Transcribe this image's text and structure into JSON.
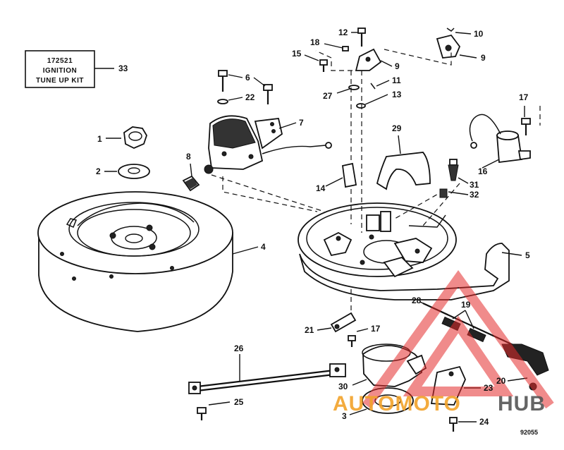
{
  "kit_box": {
    "line1": "172521",
    "line2": "IGNITION",
    "line3": "TUNE UP KIT"
  },
  "callouts": {
    "c1": "1",
    "c2": "2",
    "c3": "3",
    "c4": "4",
    "c5": "5",
    "c6": "6",
    "c7": "7",
    "c8": "8",
    "c9a": "9",
    "c9b": "9",
    "c10": "10",
    "c11": "11",
    "c12": "12",
    "c13": "13",
    "c14": "14",
    "c15": "15",
    "c16": "16",
    "c17a": "17",
    "c17b": "17",
    "c18": "18",
    "c19": "19",
    "c20": "20",
    "c21": "21",
    "c22": "22",
    "c23": "23",
    "c24": "24",
    "c25": "25",
    "c26": "26",
    "c27": "27",
    "c28": "28",
    "c29": "29",
    "c30": "30",
    "c31": "31",
    "c32": "32",
    "c33": "33"
  },
  "figure_code": "92055",
  "watermark": {
    "part1": "AUTOMOTO",
    "part2": "HUB",
    "color1": "#f2a22a",
    "color2": "#555555",
    "triangle_color": "#e32b2b"
  }
}
